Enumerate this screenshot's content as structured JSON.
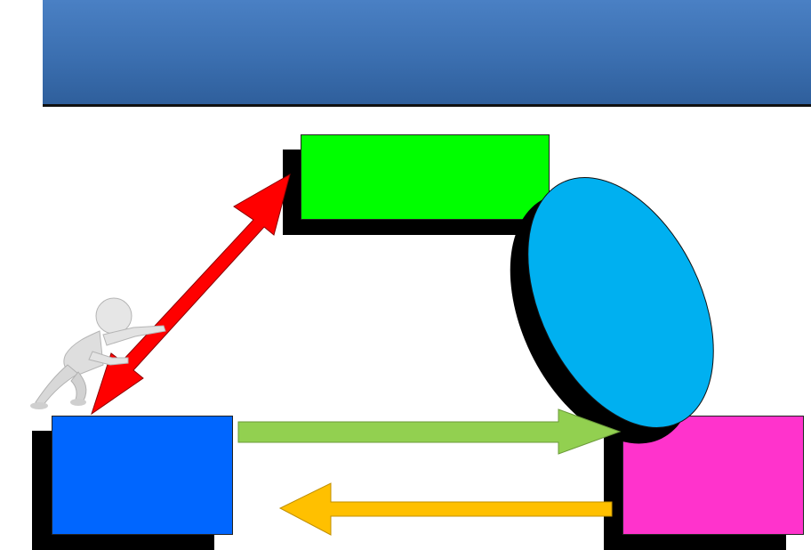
{
  "header": {
    "title": "",
    "color": "#3b6fb0"
  },
  "diagram": {
    "nodes": [
      {
        "id": "top",
        "shape": "rectangle",
        "color": "#00ff00",
        "label": ""
      },
      {
        "id": "left",
        "shape": "rectangle",
        "color": "#0066ff",
        "label": ""
      },
      {
        "id": "right",
        "shape": "rectangle",
        "color": "#ff33cc",
        "label": ""
      },
      {
        "id": "oval",
        "shape": "ellipse",
        "color": "#00b0f0",
        "label": ""
      }
    ],
    "connectors": [
      {
        "from": "left",
        "to": "top",
        "style": "double-arrow",
        "color": "#ff0000"
      },
      {
        "from": "left",
        "to": "right",
        "style": "arrow",
        "color": "#92d050"
      },
      {
        "from": "right",
        "to": "left",
        "style": "arrow",
        "color": "#ffc000"
      }
    ],
    "figure": {
      "icon": "pushing-figure-icon"
    }
  }
}
